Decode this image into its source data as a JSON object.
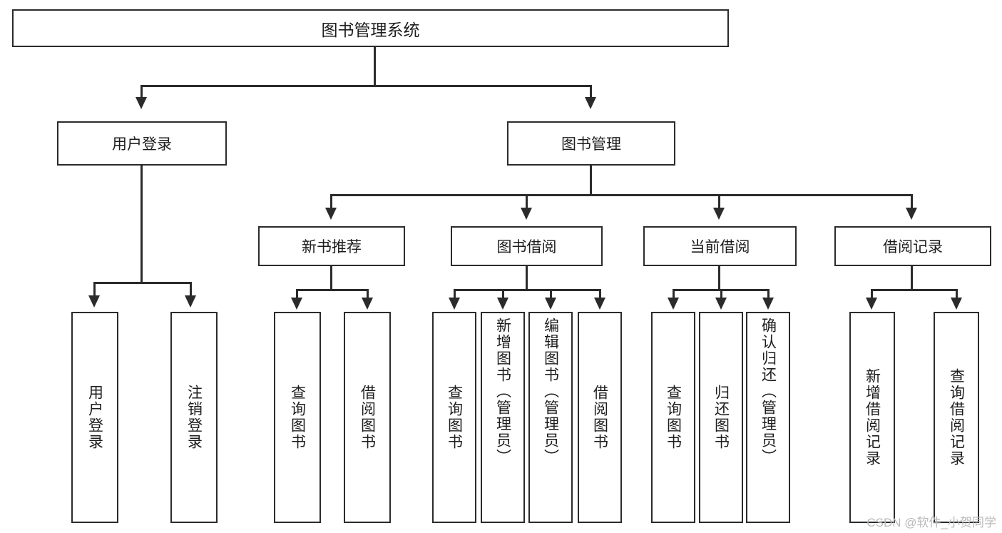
{
  "diagram": {
    "title": "图书管理系统",
    "type": "tree",
    "watermark": "CSDN @软件_小贺同学",
    "colors": {
      "stroke": "#2b2b2b",
      "fill": "#ffffff",
      "text": "#1d1d1d",
      "watermark": "#b9b9b9"
    },
    "root": {
      "label": "图书管理系统"
    },
    "level2": [
      {
        "label": "用户登录"
      },
      {
        "label": "图书管理"
      }
    ],
    "level3": [
      {
        "label": "新书推荐"
      },
      {
        "label": "图书借阅"
      },
      {
        "label": "当前借阅"
      },
      {
        "label": "借阅记录"
      }
    ],
    "leaves": {
      "user_login": [
        {
          "label": "用户登录"
        },
        {
          "label": "注销登录"
        }
      ],
      "new_book_recommend": [
        {
          "label": "查询图书"
        },
        {
          "label": "借阅图书"
        }
      ],
      "book_borrow": [
        {
          "label": "查询图书"
        },
        {
          "label": "新增图书（管理员）"
        },
        {
          "label": "编辑图书（管理员）"
        },
        {
          "label": "借阅图书"
        }
      ],
      "current_borrow": [
        {
          "label": "查询图书"
        },
        {
          "label": "归还图书"
        },
        {
          "label": "确认归还（管理员）"
        }
      ],
      "borrow_record": [
        {
          "label": "新增借阅记录"
        },
        {
          "label": "查询借阅记录"
        }
      ]
    }
  }
}
